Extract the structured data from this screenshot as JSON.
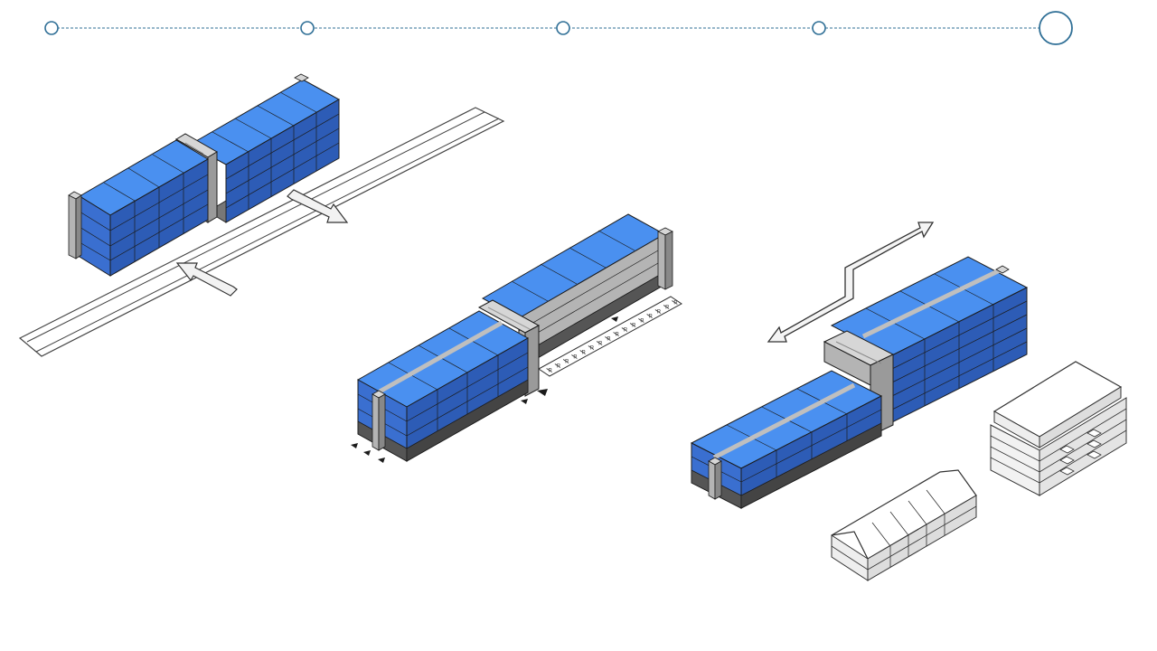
{
  "colors": {
    "roof_blue": "#4a90f0",
    "side_blue": "#3a6fd0",
    "front_blue": "#2d5cb6",
    "grey_top": "#d6d6d6",
    "grey_left": "#b4b4b4",
    "grey_right": "#9a9a9a",
    "ground_dark": "#555555",
    "outline": "#1c1c1c",
    "timeline": "#2f6f96",
    "white": "#ffffff"
  },
  "timeline": {
    "steps": 5,
    "active_step": 5
  },
  "parking_sign": "P",
  "icons": {
    "timeline_node": "circle-icon",
    "arrow": "arrow-icon",
    "tree": "tree-icon",
    "parking": "parking-icon"
  }
}
